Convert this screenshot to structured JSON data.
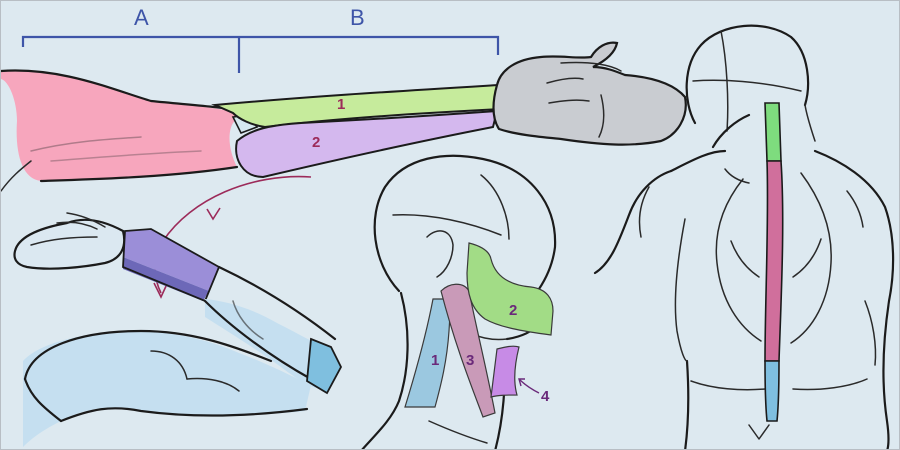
{
  "bracket_labels": {
    "a": "A",
    "b": "B"
  },
  "arm_labels": {
    "muscle_1": "1",
    "muscle_2": "2"
  },
  "neck_labels": {
    "muscle_1": "1",
    "muscle_2": "2",
    "muscle_3": "3",
    "muscle_4": "4"
  },
  "colors": {
    "background": "#dde9f0",
    "bracket": "#3e55a8",
    "upper_arm": "#f7a6bd",
    "muscle_green": "#c6eb9c",
    "muscle_purple": "#d4b8ee",
    "hand_grey": "#c9ccd1",
    "forearm_block_purple": "#9b8ed8",
    "forearm_block_dark": "#6d68b8",
    "bent_arm_blue": "#c5dff0",
    "wrist_teal": "#7fbfdf",
    "neck_blue": "#9bc8e0",
    "neck_mauve": "#c99ab8",
    "neck_green": "#a2dc86",
    "neck_violet": "#c78be6",
    "spine_green": "#7edc7e",
    "spine_pink": "#d06f9c",
    "spine_blue": "#7fbfe0",
    "arrow_maroon": "#9c2b5a"
  }
}
